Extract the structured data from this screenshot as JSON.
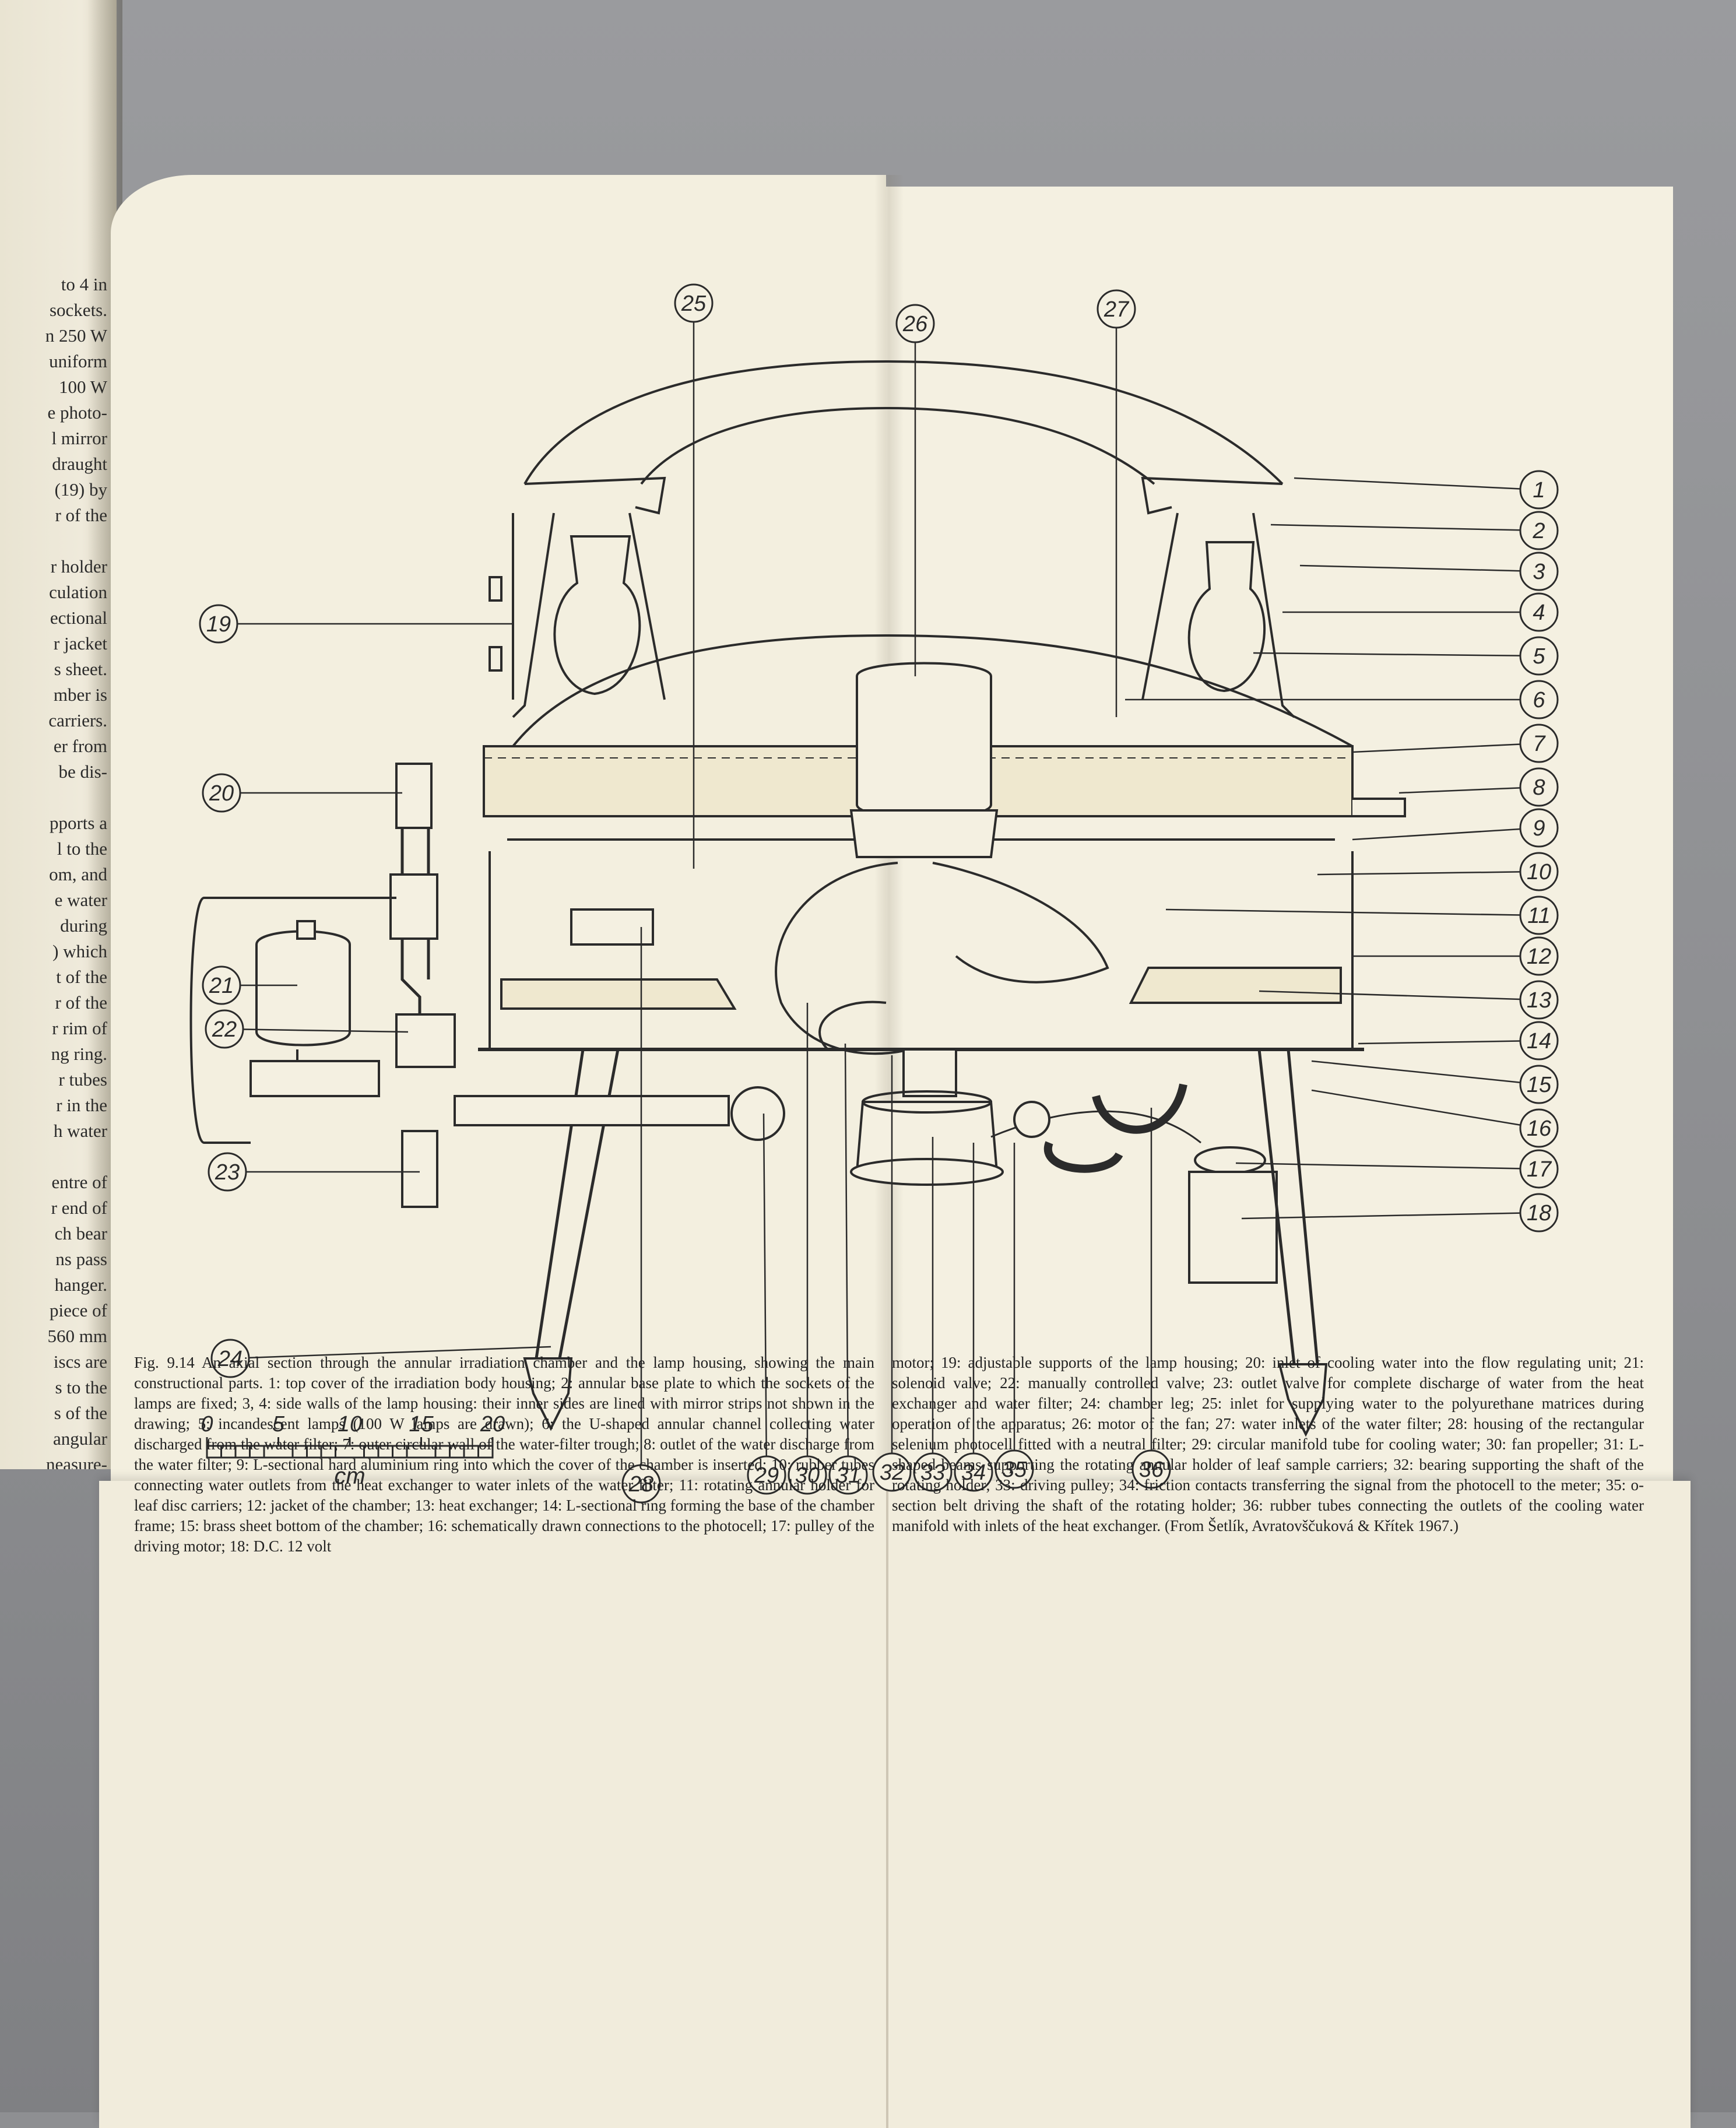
{
  "left_page_fragment": [
    "to 4 in",
    "sockets.",
    "n 250 W",
    "uniform",
    "100 W",
    "e photo-",
    "l mirror",
    "draught",
    "(19) by",
    "r of the",
    "",
    "r holder",
    "culation",
    "ectional",
    "r jacket",
    "s sheet.",
    "mber is",
    "carriers.",
    "er from",
    "be dis-",
    "",
    "pports a",
    "l to the",
    "om, and",
    "e water",
    "during",
    ") which",
    "t of the",
    "r of the",
    "r rim of",
    "ng ring.",
    "r tubes",
    "r in the",
    "h water",
    "",
    "entre of",
    "r end of",
    "ch bear",
    "ns pass",
    "hanger.",
    "piece of",
    "560 mm",
    "iscs are",
    "s to the",
    "s of the",
    "angular",
    "neasure-"
  ],
  "callouts": [
    "1",
    "2",
    "3",
    "4",
    "5",
    "6",
    "7",
    "8",
    "9",
    "10",
    "11",
    "12",
    "13",
    "14",
    "15",
    "16",
    "17",
    "18",
    "19",
    "20",
    "21",
    "22",
    "23",
    "24",
    "25",
    "26",
    "27",
    "28",
    "29",
    "30",
    "31",
    "32",
    "33",
    "34",
    "35",
    "36"
  ],
  "scale": {
    "ticks": [
      "0",
      "5",
      "10",
      "15",
      "20"
    ],
    "unit": "cm"
  },
  "caption_left": "Fig. 9.14 An axial section through the annular irradiation chamber and the lamp housing, showing the main constructional parts. 1: top cover of the irradiation body housing; 2: annular base plate to which the sockets of the lamps are fixed; 3, 4: side walls of the lamp housing: their inner sides are lined with mirror strips not shown in the drawing; 5: incandescent lamps (100 W lamps are drawn); 6: the U-shaped annular channel collecting water discharged from the water filter; 7: outer circular wall of the water-filter trough; 8: outlet of the water discharge from the water filter; 9: L-sectional hard aluminium ring into which the cover of the chamber is inserted; 10: rubber tubes connecting water outlets from the heat exchanger to water inlets of the water filter; 11: rotating annular holder for leaf disc carriers; 12: jacket of the chamber; 13: heat exchanger; 14: L-sectional ring forming the base of the chamber frame; 15: brass sheet bottom of the chamber; 16: schematically drawn connections to the photocell; 17: pulley of the driving motor; 18: D.C. 12 volt",
  "caption_right": "motor; 19: adjustable supports of the lamp housing; 20: inlet of cooling water into the flow regulating unit; 21: solenoid valve; 22: manually controlled valve; 23: outlet valve for complete discharge of water from the heat exchanger and water filter; 24: chamber leg; 25: inlet for supplying water to the polyurethane matrices during operation of the apparatus; 26: motor of the fan; 27: water inlets of the water filter; 28: housing of the rectangular selenium photocell fitted with a neutral filter; 29: circular manifold tube for cooling water; 30: fan propeller; 31: L-shaped beams supporting the rotating annular holder of leaf sample carriers; 32: bearing supporting the shaft of the rotating holder; 33: driving pulley; 34: friction contacts transferring the signal from the photocell to the meter; 35: o-section belt driving the shaft of the rotating holder; 36: rubber tubes connecting the outlets of the cooling water manifold with inlets of the heat exchanger. (From Šetlík, Avratovščuková & Křítek 1967.)"
}
